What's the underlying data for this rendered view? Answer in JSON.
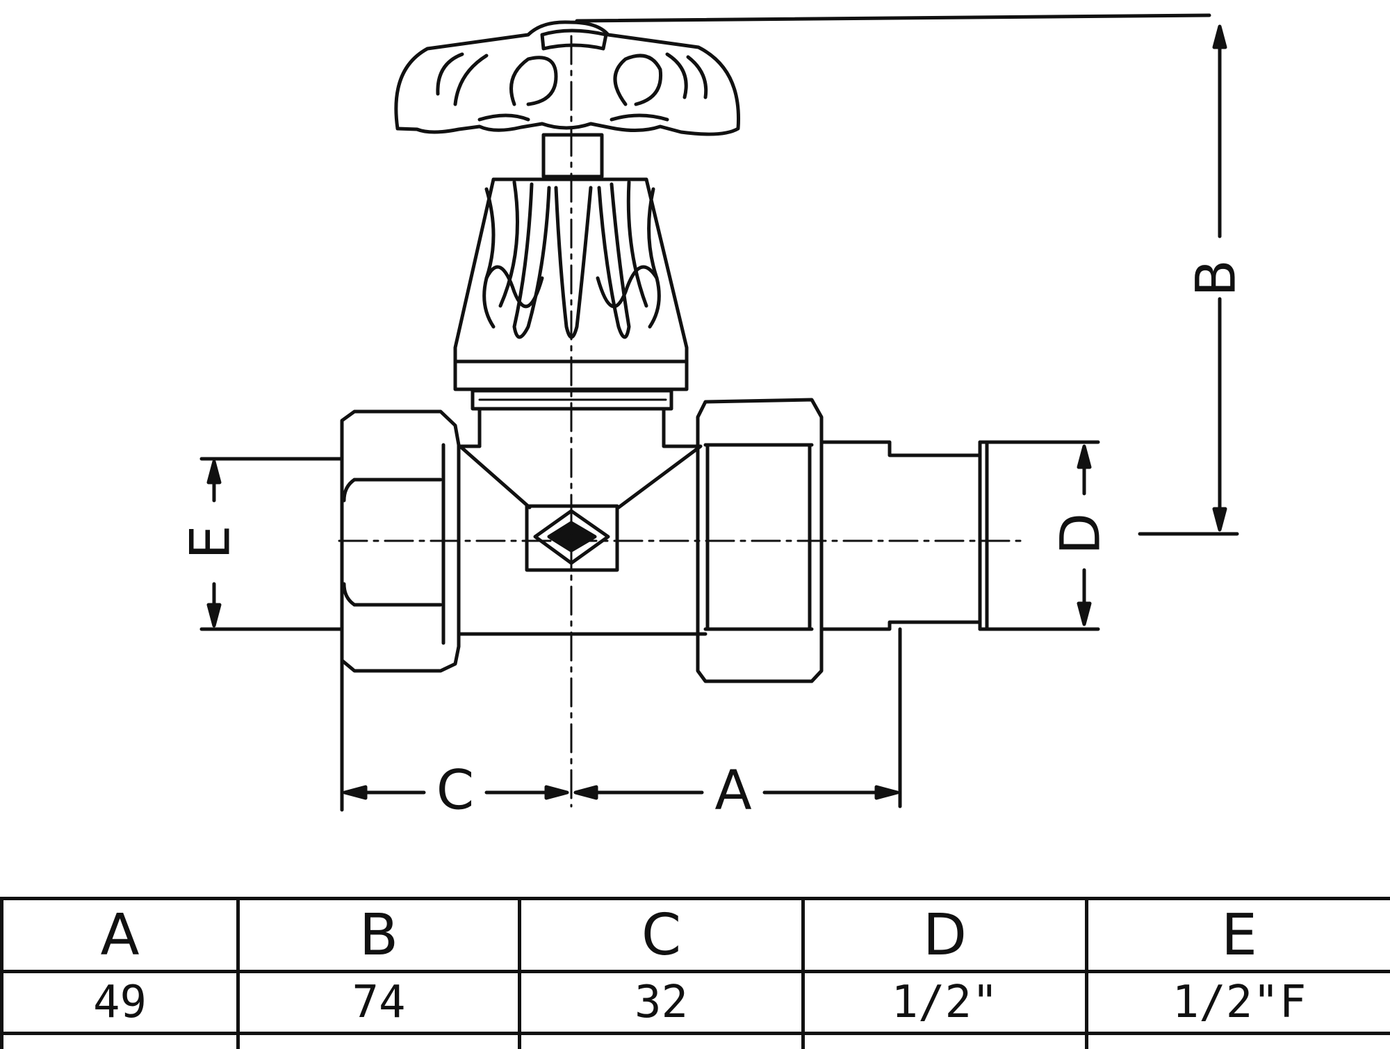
{
  "dimension_labels": {
    "a": "A",
    "b": "B",
    "c": "C",
    "d": "D",
    "e": "E"
  },
  "table": {
    "headers": [
      "A",
      "B",
      "C",
      "D",
      "E"
    ],
    "values": [
      "49",
      "74",
      "32",
      "1/2\"",
      "1/2\"F"
    ]
  },
  "colors": {
    "line": "#111111",
    "background": "#ffffff"
  }
}
